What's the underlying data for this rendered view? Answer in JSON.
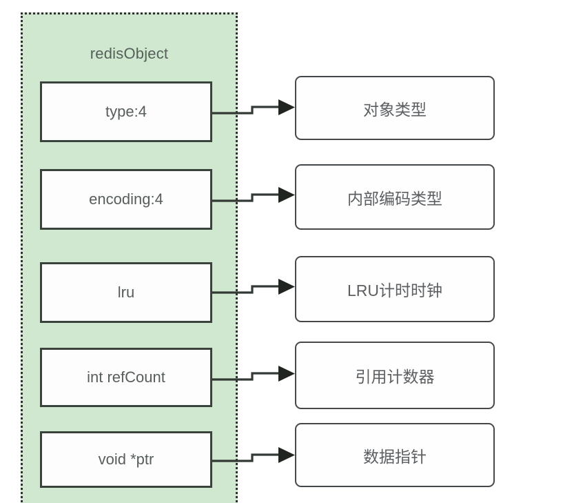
{
  "diagram": {
    "title": "redisObject",
    "container_label": "redisObject",
    "colors": {
      "container_fill": "#cfe8cf",
      "container_border": "#2f2f2f",
      "box_fill": "#fdfdfd",
      "box_border": "#3a423c",
      "desc_border": "#44484b",
      "text": "#575e5a",
      "arrow": "#333a35",
      "page_background": "#ffffff"
    },
    "fields": [
      {
        "name": "type",
        "label": "type:4",
        "description": "对象类型"
      },
      {
        "name": "encoding",
        "label": "encoding:4",
        "description": "内部编码类型"
      },
      {
        "name": "lru",
        "label": "lru",
        "description": "LRU计时时钟"
      },
      {
        "name": "refcount",
        "label": "int refCount",
        "description": "引用计数器"
      },
      {
        "name": "ptr",
        "label": "void *ptr",
        "description": "数据指针"
      }
    ]
  }
}
